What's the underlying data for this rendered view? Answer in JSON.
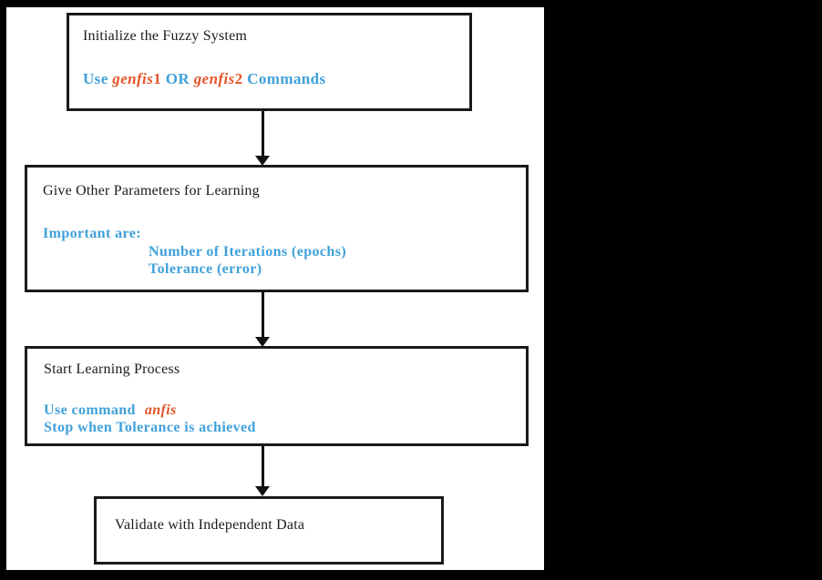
{
  "flowchart": {
    "colors": {
      "accent_blue": "#41a1da",
      "accent_orange": "#e4552b",
      "box_border": "#1a1a1a",
      "panel_background": "#ffffff",
      "page_background": "#000000"
    },
    "boxes": {
      "initialize": {
        "title": "Initialize the Fuzzy System",
        "note": {
          "use": "Use ",
          "genfis_word_1": "genfis",
          "genfis_num_1": "1",
          "or": " OR ",
          "genfis_word_2": "genfis",
          "genfis_num_2": "2",
          "commands": " Commands"
        }
      },
      "parameters": {
        "title": "Give Other Parameters for Learning",
        "important_label": "Important are:",
        "items": [
          "Number of Iterations (epochs)",
          "Tolerance (error)"
        ]
      },
      "learning": {
        "title": "Start Learning Process",
        "use_command_label": "Use command",
        "anfis_keyword": "anfis",
        "stop_label": "Stop when Tolerance is achieved"
      },
      "validate": {
        "title": "Validate with Independent Data"
      }
    }
  }
}
